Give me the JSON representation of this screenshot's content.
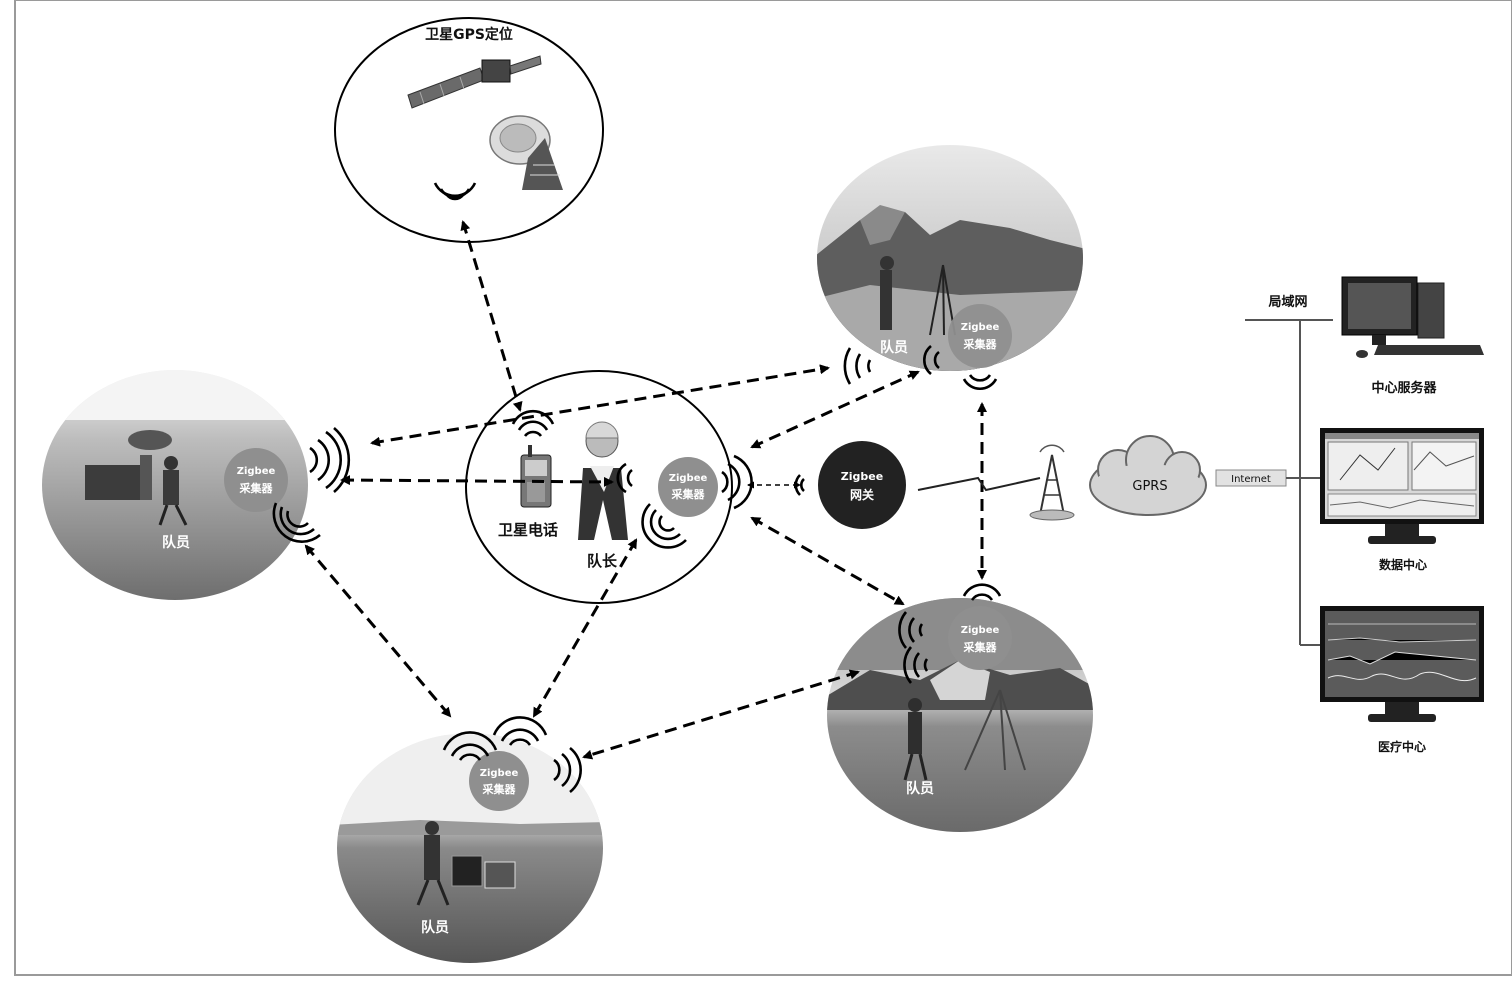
{
  "labels": {
    "satellite_gps": "卫星GPS定位",
    "sat_phone": "卫星电话",
    "leader": "队长",
    "member": "队员",
    "zigbee": "Zigbee",
    "collector": "采集器",
    "gateway_l1": "Zigbee",
    "gateway_l2": "网关",
    "gprs": "GPRS",
    "internet": "Internet",
    "lan": "局域网",
    "central_server": "中心服务器",
    "data_center": "数据中心",
    "medical_center": "医疗中心"
  },
  "colors": {
    "line": "#000000",
    "zigbee_badge": "#8f8f8f",
    "gateway": "#222222"
  }
}
